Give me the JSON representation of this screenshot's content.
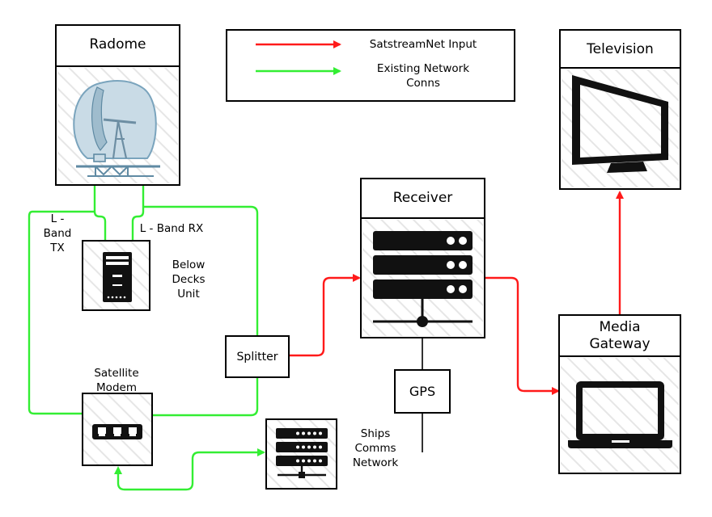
{
  "legend": {
    "input_label": "SatstreamNet Input",
    "existing_label_line1": "Existing Network",
    "existing_label_line2": "Conns",
    "input_color": "#ff1a1a",
    "existing_color": "#33ee33"
  },
  "nodes": {
    "radome": "Radome",
    "television": "Television",
    "receiver": "Receiver",
    "media_gateway_line1": "Media",
    "media_gateway_line2": "Gateway",
    "splitter": "Splitter",
    "gps": "GPS",
    "below_decks_line1": "Below",
    "below_decks_line2": "Decks",
    "below_decks_line3": "Unit",
    "satellite_modem_line1": "Satellite",
    "satellite_modem_line2": "Modem",
    "ships_comms_line1": "Ships",
    "ships_comms_line2": "Comms",
    "ships_comms_line3": "Network"
  },
  "links": {
    "lband_tx_line1": "L -",
    "lband_tx_line2": "Band",
    "lband_tx_line3": "TX",
    "lband_rx": "L - Band RX"
  },
  "icons": [
    "radome-dish-icon",
    "television-icon",
    "server-rack-icon",
    "laptop-icon",
    "desktop-tower-icon",
    "network-switch-icon",
    "small-server-rack-icon"
  ]
}
